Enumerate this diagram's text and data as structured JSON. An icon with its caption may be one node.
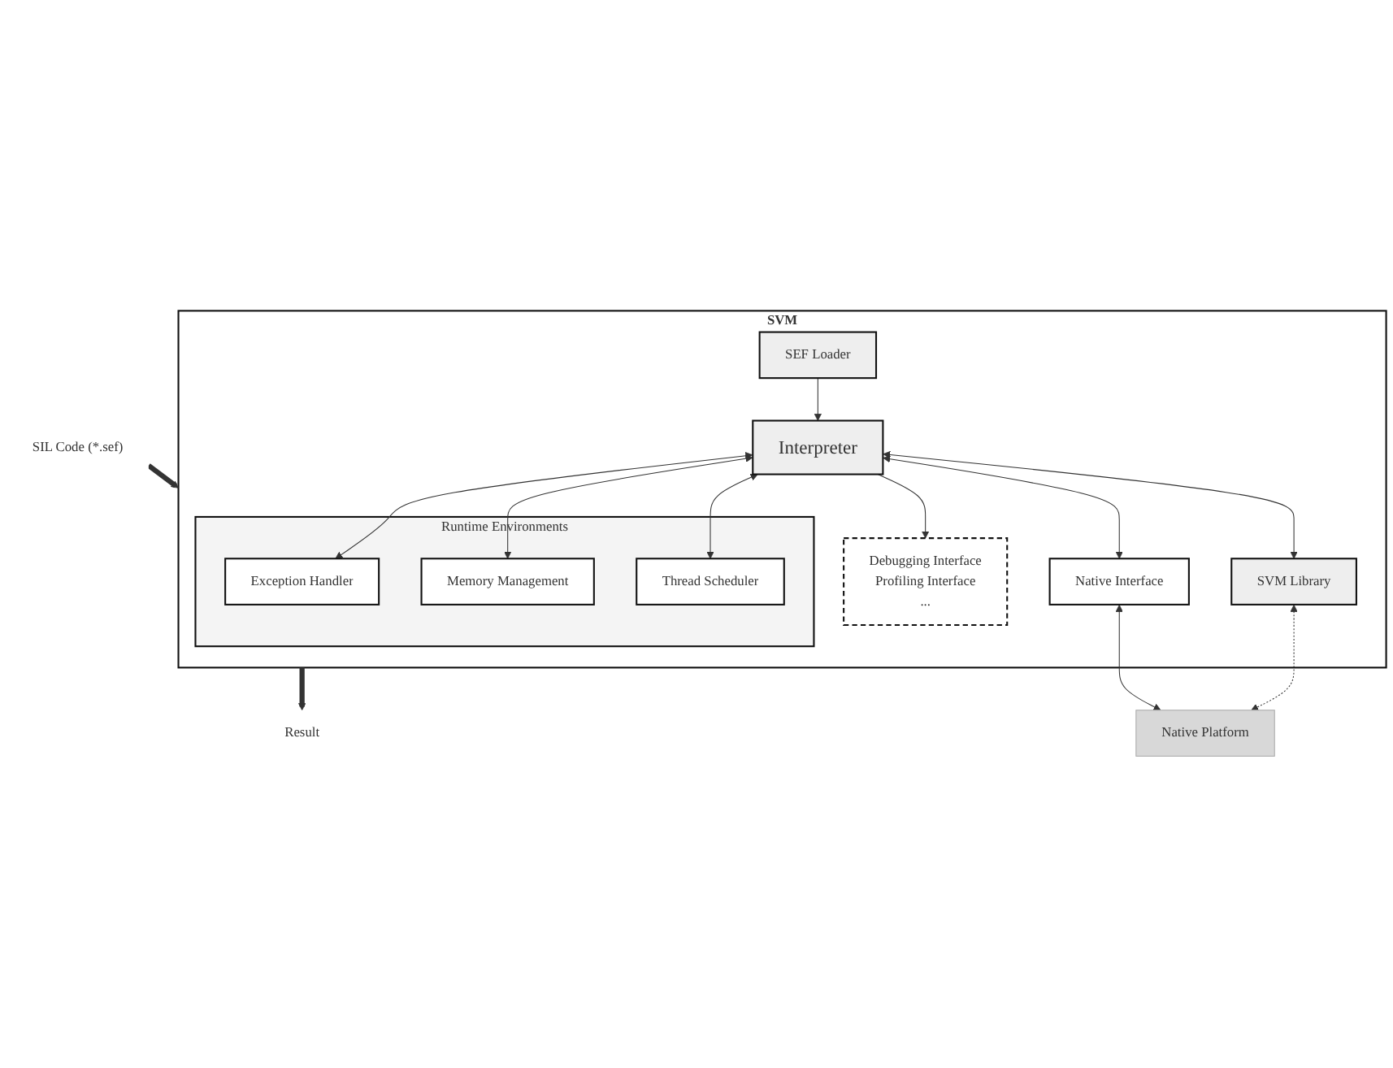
{
  "diagram": {
    "nodes": [
      {
        "text": [
          "SVM"
        ]
      },
      {
        "text": [
          "SEF Loader"
        ],
        "in": 0
      },
      {
        "text": [
          "Interpreter"
        ],
        "in": 0
      },
      {
        "text": [
          "Runtime Environments"
        ],
        "in": 0
      },
      {
        "text": [
          "Exception Handler"
        ],
        "in": 3
      },
      {
        "text": [
          "Memory Management"
        ],
        "in": 3
      },
      {
        "text": [
          "Thread Scheduler"
        ],
        "in": 3
      },
      {
        "text": [
          "SVM Library"
        ],
        "in": 0
      },
      {
        "text": [
          "Native Interface"
        ],
        "in": 0
      },
      {
        "text": [
          "Debugging Interface",
          "Profiling Interface",
          "..."
        ],
        "in": 0
      },
      {
        "text": [
          "Native Platform"
        ]
      },
      {
        "text": [
          "SIL Code (*.sef)"
        ]
      },
      {
        "text": [
          "Result"
        ]
      }
    ],
    "edges": [
      {
        "from": 11,
        "to": 0,
        "arrow": "to",
        "style": "thick"
      },
      {
        "from": 1,
        "to": 2,
        "arrow": "to"
      },
      {
        "from": 2,
        "to": 4,
        "arrow": "both"
      },
      {
        "from": 2,
        "to": 5,
        "arrow": "both"
      },
      {
        "from": 2,
        "to": 6,
        "arrow": "both"
      },
      {
        "from": 2,
        "to": 7,
        "arrow": "both"
      },
      {
        "from": 2,
        "to": 8,
        "arrow": "both"
      },
      {
        "from": 2,
        "to": 9,
        "arrow": "to"
      },
      {
        "from": 7,
        "to": 10,
        "arrow": "both",
        "style": "dashed"
      },
      {
        "from": 8,
        "to": 10,
        "arrow": "both"
      },
      {
        "from": 0,
        "to": 12,
        "arrow": "to",
        "style": "thick"
      }
    ]
  }
}
